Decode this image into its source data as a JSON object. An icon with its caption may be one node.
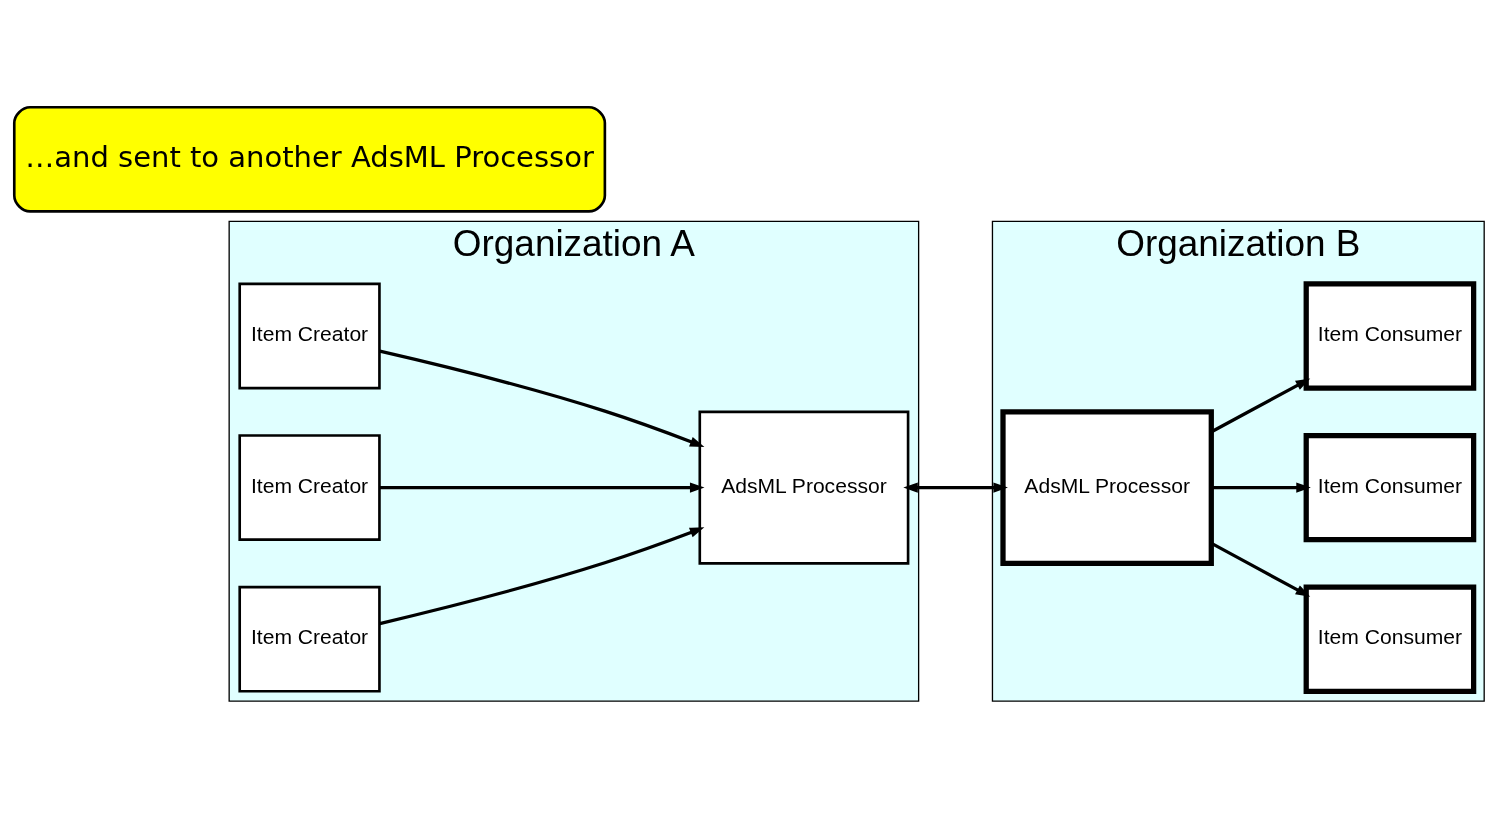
{
  "diagram": {
    "nodes": [
      {
        "text": [
          "Organization A"
        ]
      },
      {
        "text": [
          "Item Creator"
        ],
        "in": 0
      },
      {
        "text": [
          "Item Creator"
        ],
        "in": 0
      },
      {
        "text": [
          "Item Creator"
        ],
        "in": 0
      },
      {
        "text": [
          "AdsML Processor"
        ],
        "in": 0
      },
      {
        "text": [
          "Organization B"
        ]
      },
      {
        "text": [
          "AdsML Processor"
        ],
        "in": 5
      },
      {
        "text": [
          "Item Consumer"
        ],
        "in": 5
      },
      {
        "text": [
          "Item Consumer"
        ],
        "in": 5
      },
      {
        "text": [
          "Item Consumer"
        ],
        "in": 5
      },
      {
        "text": [
          "…and sent to another AdsML Processor"
        ]
      }
    ],
    "edges": [
      {
        "from": 1,
        "to": 4,
        "arrow": "to"
      },
      {
        "from": 2,
        "to": 4,
        "arrow": "to"
      },
      {
        "from": 3,
        "to": 4,
        "arrow": "to"
      },
      {
        "from": 4,
        "to": 6,
        "arrow": "both"
      },
      {
        "from": 6,
        "to": 7,
        "arrow": "to"
      },
      {
        "from": 6,
        "to": 8,
        "arrow": "to"
      },
      {
        "from": 6,
        "to": 9,
        "arrow": "to"
      }
    ]
  }
}
